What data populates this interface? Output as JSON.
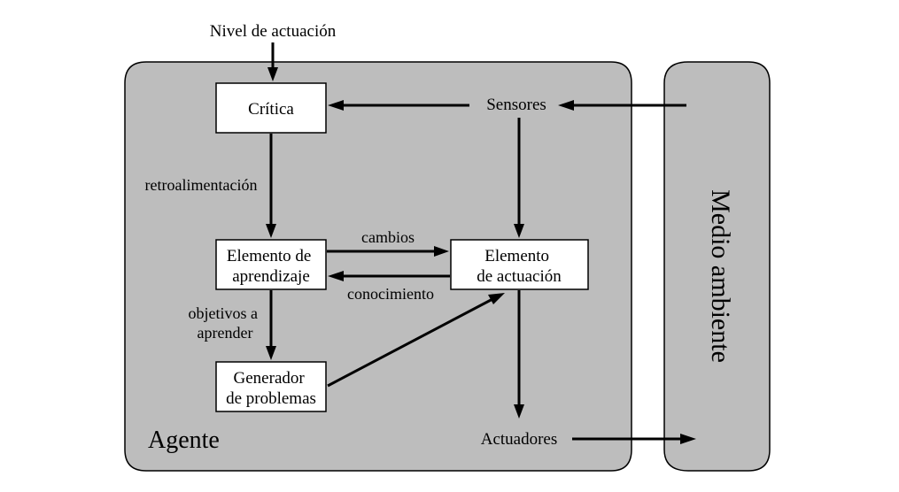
{
  "diagram": {
    "input_label": "Nivel de actuación",
    "agent_label": "Agente",
    "environment_label": "Medio ambiente",
    "sensors_label": "Sensores",
    "actuators_label": "Actuadores",
    "boxes": {
      "critic": [
        "Crítica"
      ],
      "learning_element": [
        "Elemento de",
        "aprendizaje"
      ],
      "performance_element": [
        "Elemento",
        "de actuación"
      ],
      "problem_generator": [
        "Generador",
        "de problemas"
      ]
    },
    "edge_labels": {
      "feedback": "retroalimentación",
      "changes": "cambios",
      "knowledge": "conocimiento",
      "learning_goals": [
        "objetivos a",
        "aprender"
      ]
    }
  },
  "colors": {
    "panel_fill": "#bdbdbd",
    "box_fill": "#ffffff",
    "stroke": "#000000"
  }
}
